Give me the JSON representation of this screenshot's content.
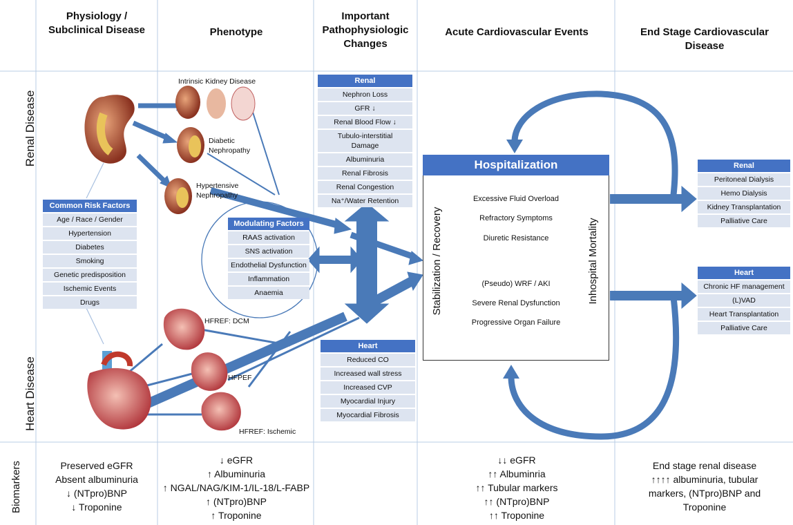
{
  "headers": {
    "physiology": "Physiology /\nSubclinical Disease",
    "phenotype": "Phenotype",
    "pathophysiologic": "Important\nPathophysiologic\nChanges",
    "acute": "Acute Cardiovascular Events",
    "end_stage": "End Stage Cardiovascular\nDisease"
  },
  "row_labels": {
    "renal": "Renal Disease",
    "heart": "Heart Disease",
    "biomarkers": "Biomarkers"
  },
  "kidney_phenotypes": {
    "intrinsic": "Intrinsic Kidney Disease",
    "diabetic": "Diabetic\nNephropathy",
    "hypertensive": "Hypertensive\nNephropathy"
  },
  "heart_phenotypes": {
    "dcm": "HFREF: DCM",
    "hfpef": "HFPEF",
    "ischemic": "HFREF: Ischemic"
  },
  "risk_factors": {
    "title": "Common Risk Factors",
    "items": [
      "Age / Race / Gender",
      "Hypertension",
      "Diabetes",
      "Smoking",
      "Genetic predisposition",
      "Ischemic Events",
      "Drugs"
    ]
  },
  "modulating": {
    "title": "Modulating Factors",
    "items": [
      "RAAS activation",
      "SNS activation",
      "Endothelial Dysfunction",
      "Inflammation",
      "Anaemia"
    ]
  },
  "renal_changes": {
    "title": "Renal",
    "items": [
      "Nephron Loss",
      "GFR ↓",
      "Renal Blood Flow ↓",
      "Tubulo-interstitial\nDamage",
      "Albuminuria",
      "Renal Fibrosis",
      "Renal Congestion",
      "Na⁺/Water Retention"
    ]
  },
  "heart_changes": {
    "title": "Heart",
    "items": [
      "Reduced CO",
      "Increased wall stress",
      "Increased CVP",
      "Myocardial Injury",
      "Myocardial Fibrosis"
    ]
  },
  "hospitalization": {
    "title": "Hospitalization",
    "left": "Stabilization / Recovery",
    "right": "Inhospital Mortality",
    "top_items": [
      "Excessive Fluid Overload",
      "Refractory Symptoms",
      "Diuretic Resistance"
    ],
    "bottom_items": [
      "(Pseudo) WRF / AKI",
      "Severe Renal Dysfunction",
      "Progressive Organ Failure"
    ]
  },
  "end_renal": {
    "title": "Renal",
    "items": [
      "Peritoneal Dialysis",
      "Hemo Dialysis",
      "Kidney Transplantation",
      "Palliative Care"
    ]
  },
  "end_heart": {
    "title": "Heart",
    "items": [
      "Chronic HF management",
      "(L)VAD",
      "Heart Transplantation",
      "Palliative Care"
    ]
  },
  "biomarkers": {
    "physiology": "Preserved eGFR\nAbsent albuminuria\n↓ (NTpro)BNP\n↓ Troponine",
    "phenotype": "↓ eGFR\n↑ Albuminuria\n↑ NGAL/NAG/KIM-1/IL-18/L-FABP\n↑ (NTpro)BNP\n↑ Troponine",
    "acute": "↓↓ eGFR\n↑↑ Albuminria\n↑↑ Tubular markers\n↑↑ (NTpro)BNP\n↑↑ Troponine",
    "end_stage": "End stage renal disease\n↑↑↑↑ albuminuria, tubular\nmarkers, (NTpro)BNP and\nTroponine"
  },
  "colors": {
    "accent": "#4472c4",
    "item_bg": "#dde4f0",
    "arrow": "#4a7ab8",
    "divider": "#b9cce4"
  }
}
